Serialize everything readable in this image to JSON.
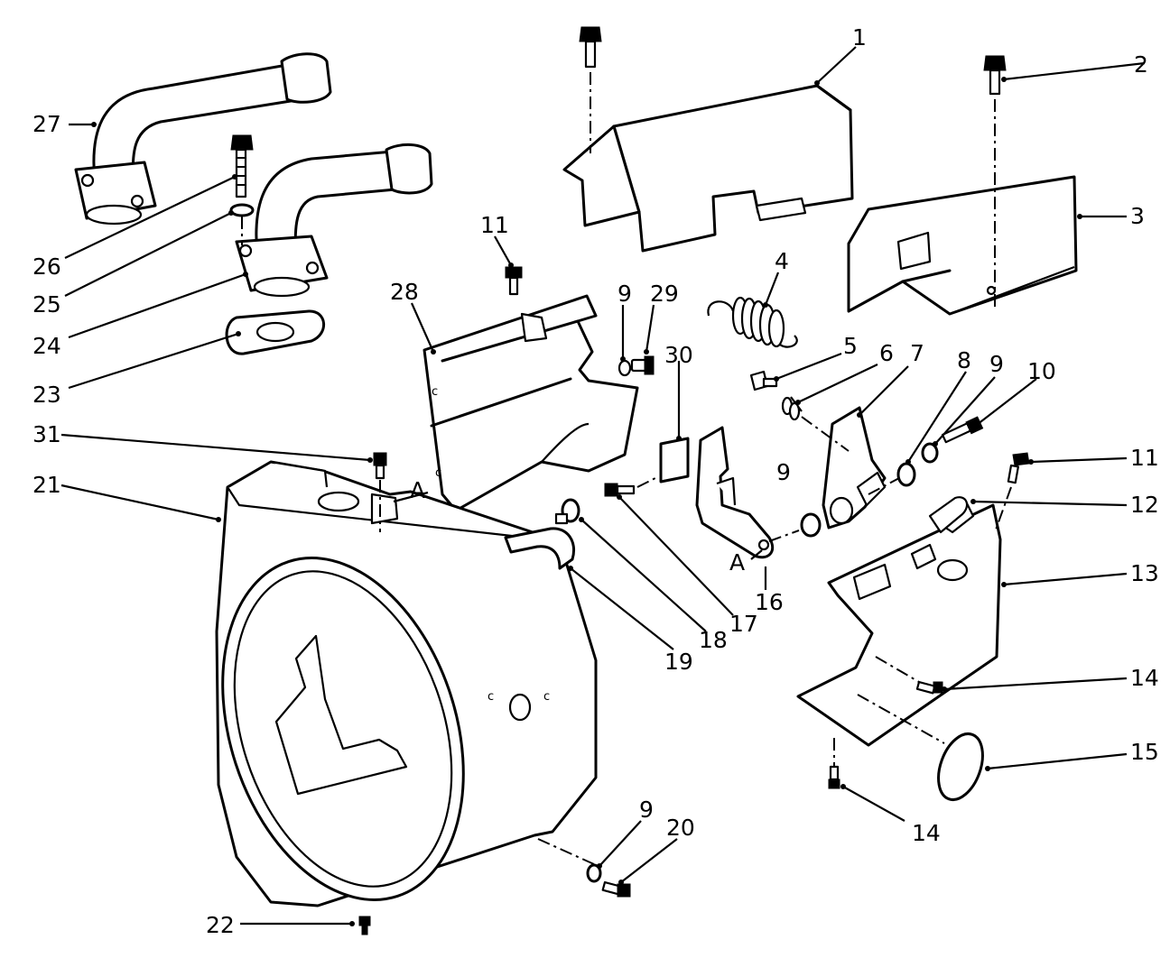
{
  "callouts": {
    "c1": "1",
    "c2": "2",
    "c3": "3",
    "c4": "4",
    "c5": "5",
    "c6": "6",
    "c7": "7",
    "c8": "8",
    "c9a": "9",
    "c9b": "9",
    "c9c": "9",
    "c9d": "9",
    "c10": "10",
    "c11a": "11",
    "c11b": "11",
    "c12": "12",
    "c13": "13",
    "c14a": "14",
    "c14b": "14",
    "c15": "15",
    "c16": "16",
    "c17": "17",
    "c18": "18",
    "c19": "19",
    "c20": "20",
    "c21": "21",
    "c22": "22",
    "c23": "23",
    "c24": "24",
    "c25": "25",
    "c26": "26",
    "c27": "27",
    "c28": "28",
    "c29": "29",
    "c30": "30",
    "c31": "31"
  },
  "connection_marks": {
    "a1": "A",
    "a2": "A"
  },
  "surface_marks": {
    "c": "c"
  }
}
